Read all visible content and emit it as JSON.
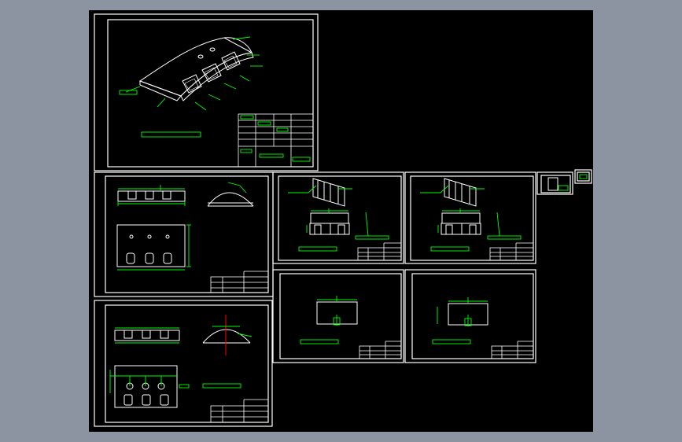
{
  "viewer": {
    "background": "#8d94a1",
    "canvas_color": "#000000"
  },
  "colors": {
    "sheet_border": "#ffffff",
    "geometry": "#ffffff",
    "dimension": "#00ff00",
    "centerline": "#ff0000"
  },
  "sheets": [
    {
      "id": "sheet-isometric",
      "content": "isometric-arched-cover"
    },
    {
      "id": "sheet-cover-views-a",
      "content": "front-top-side-views"
    },
    {
      "id": "sheet-cover-views-b",
      "content": "front-top-side-views-sectioned"
    },
    {
      "id": "sheet-panel-a",
      "content": "panel-bracket-assembly"
    },
    {
      "id": "sheet-panel-b",
      "content": "panel-bracket-assembly"
    },
    {
      "id": "sheet-plate-a",
      "content": "plate-detail"
    },
    {
      "id": "sheet-plate-b",
      "content": "plate-detail"
    },
    {
      "id": "sheet-thumb-a",
      "content": "small-detail"
    },
    {
      "id": "sheet-thumb-b",
      "content": "small-detail"
    }
  ]
}
